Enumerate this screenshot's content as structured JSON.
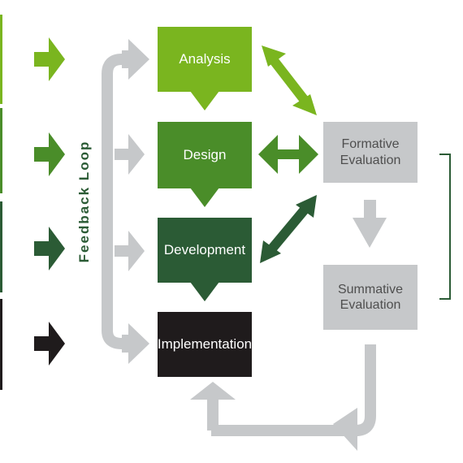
{
  "diagram": {
    "steps": [
      {
        "label": "Analysis",
        "color": "#7ab51f"
      },
      {
        "label": "Design",
        "color": "#4a8d29"
      },
      {
        "label": "Development",
        "color": "#2b5b35"
      },
      {
        "label": "Implementation",
        "color": "#1f1b1c"
      }
    ],
    "evaluations": [
      {
        "label": "Formative\nEvaluation",
        "color": "#c6c8ca"
      },
      {
        "label": "Summative\nEvaluation",
        "color": "#c6c8ca"
      }
    ],
    "feedback_label": "Feedback Loop",
    "colors": {
      "connector_gray": "#c6c8ca",
      "text_gray": "#4f4f4f",
      "bracket": "#2b5b35",
      "edge_bars": [
        "#7ab51f",
        "#4a8d29",
        "#2b5b35",
        "#1f1b1c"
      ]
    }
  }
}
